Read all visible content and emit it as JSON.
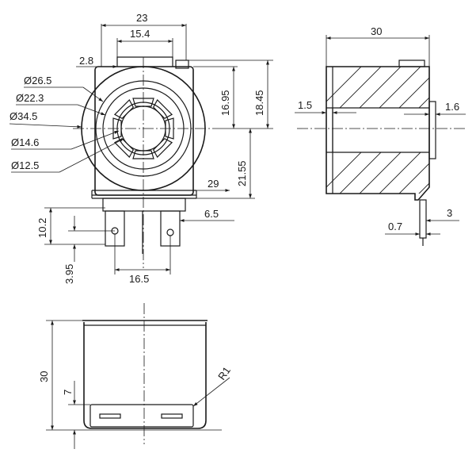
{
  "front_view": {
    "dims": {
      "width_total": "23",
      "width_inner": "15.4",
      "offset": "2.8",
      "dia_outer": "Ø34.5",
      "dia_1": "Ø26.5",
      "dia_2": "Ø22.3",
      "dia_3": "Ø14.6",
      "dia_4": "Ø12.5",
      "height_upper": "16.95",
      "height_upper_total": "18.45",
      "height_lower": "21.55",
      "base_width": "29",
      "pin_width": "6.5",
      "pin_height": "10.2",
      "pin_hole": "3.95",
      "pin_spacing": "16.5"
    }
  },
  "side_view": {
    "dims": {
      "length": "30",
      "left_step": "1.5",
      "right_step": "1.6",
      "pin_offset": "0.7",
      "pin_length": "3"
    }
  },
  "bottom_view": {
    "dims": {
      "height": "30",
      "base_height": "7",
      "radius": "R1"
    }
  },
  "colors": {
    "line": "#1a1a1a",
    "background": "#ffffff"
  }
}
